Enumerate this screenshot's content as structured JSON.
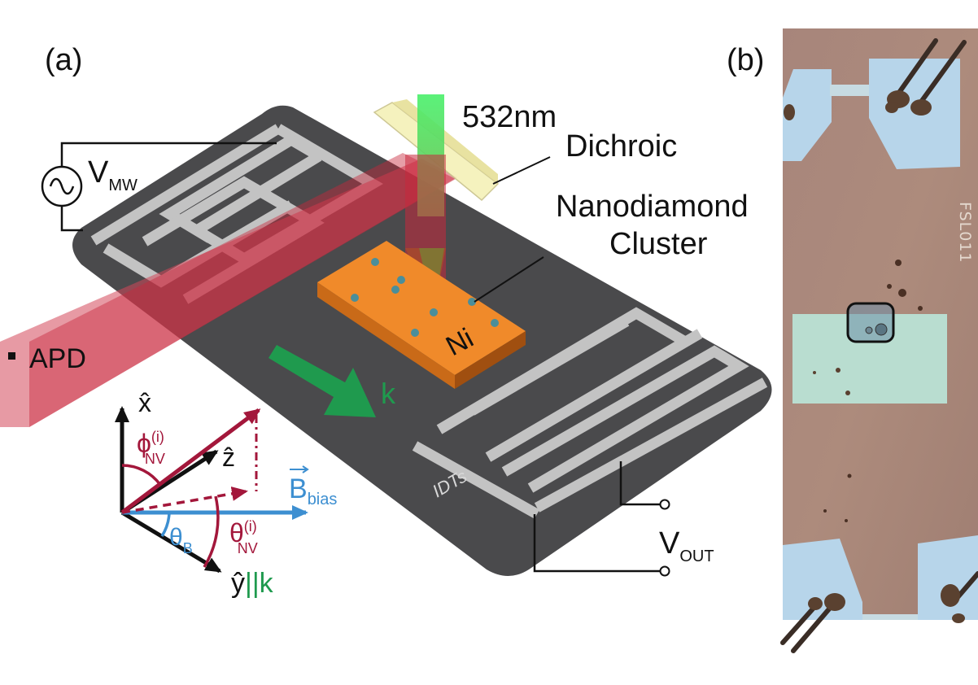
{
  "panels": {
    "a_label": "(a)",
    "b_label": "(b)"
  },
  "source": {
    "v_main": "V",
    "v_sub": "MW"
  },
  "optics": {
    "wavelength": "532nm",
    "dichroic": "Dichroic",
    "detector": "APD"
  },
  "sample": {
    "cluster_line1": "Nanodiamond",
    "cluster_line2": "Cluster",
    "film": "Ni"
  },
  "device": {
    "idt_label": "IDTs",
    "wave_vector": "k",
    "v_out_main": "V",
    "v_out_sub": "OUT"
  },
  "axes": {
    "x_hat": "x̂",
    "z_hat": "ẑ",
    "y_hat": "ŷ",
    "parallel_k": "||k",
    "phi": "ϕ",
    "phi_sup": "(i)",
    "phi_sub": "NV",
    "theta_nv": "θ",
    "theta_nv_sup": "(i)",
    "theta_nv_sub": "NV",
    "theta_b": "θ",
    "theta_b_sub": "B",
    "bias": "B",
    "bias_sub": "bias"
  },
  "micrograph": {
    "chip_id": "FSL011"
  },
  "colors": {
    "substrate": "#4a4a4c",
    "electrode": "#c3c3c3",
    "laser_green": "#3ddc5a",
    "laser_red": "#c8283c",
    "nickel": "#f08a2a",
    "nickel_side": "#b85c15",
    "wave_arrow": "#1f9a4e",
    "nv_vector": "#a3173b",
    "bias_vector": "#3d8fd1",
    "micrograph_bg": "#a9877a",
    "pad_blue": "#b7d5ea",
    "pad_green": "#b9ddd0"
  }
}
